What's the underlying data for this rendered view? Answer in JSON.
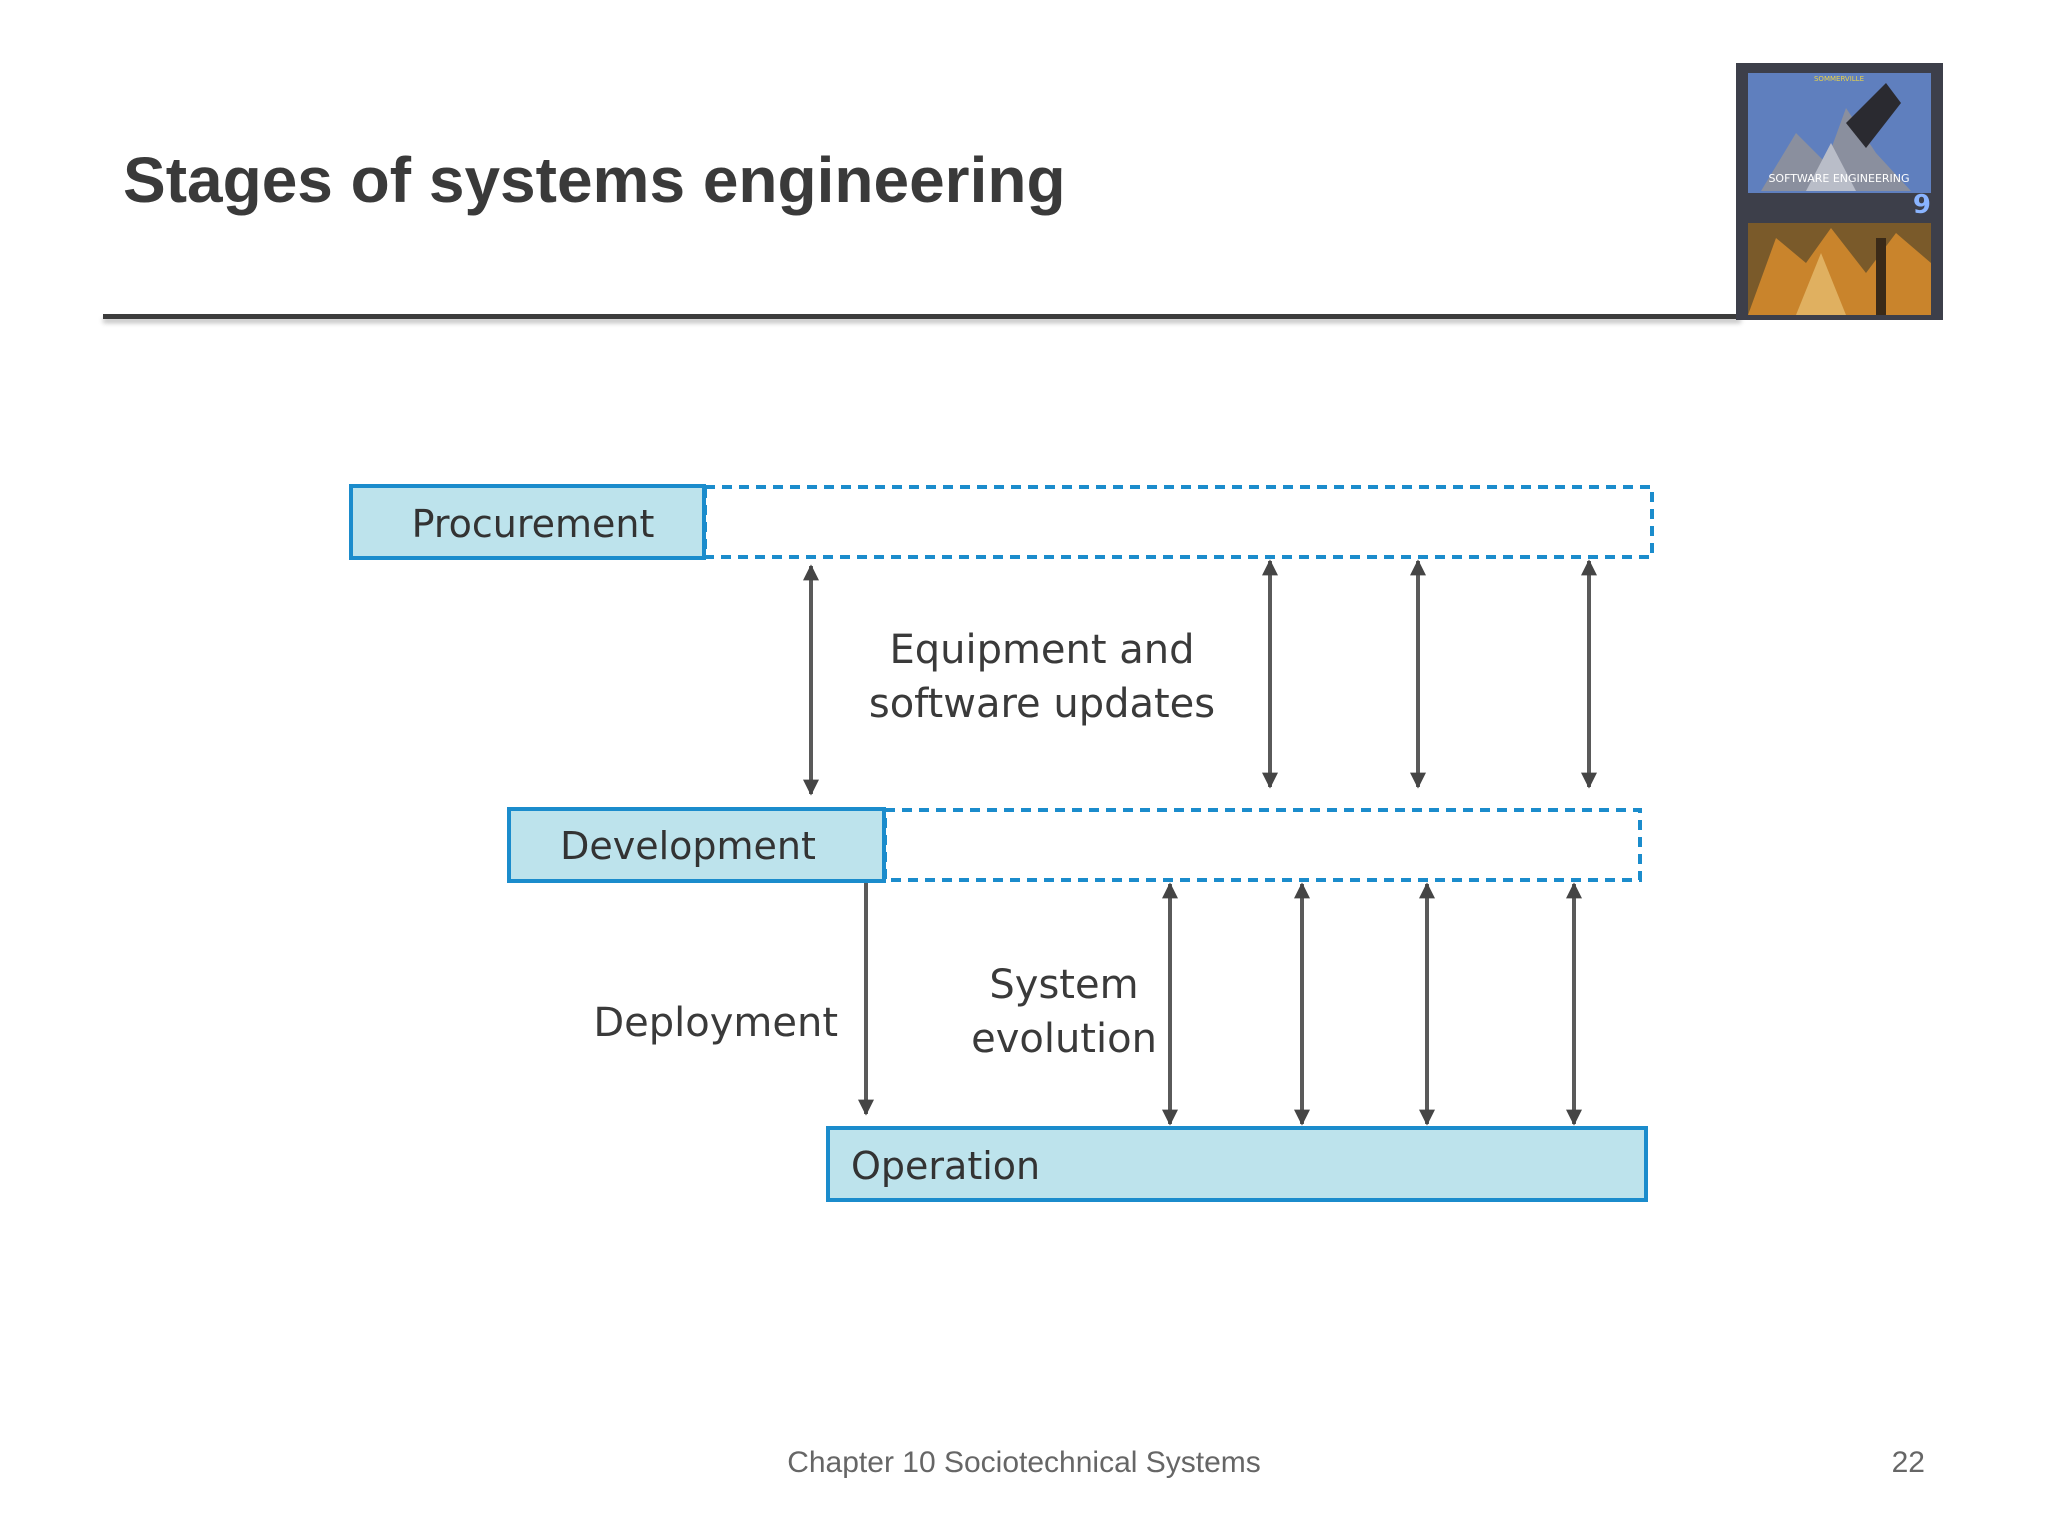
{
  "slide": {
    "title": "Stages of systems engineering",
    "footer": "Chapter 10 Sociotechnical Systems",
    "page_number": "22"
  },
  "book_cover": {
    "title_text": "SOFTWARE ENGINEERING",
    "edition": "9"
  },
  "diagram": {
    "stages": {
      "procurement": "Procurement",
      "development": "Development",
      "operation": "Operation"
    },
    "annotations": {
      "updates_line1": "Equipment and",
      "updates_line2": "software updates",
      "deployment": "Deployment",
      "evolution_line1": "System",
      "evolution_line2": "evolution"
    },
    "colors": {
      "stage_fill": "#bde3ec",
      "stage_border": "#1b8ccc",
      "arrow": "#5a5a5a"
    }
  }
}
